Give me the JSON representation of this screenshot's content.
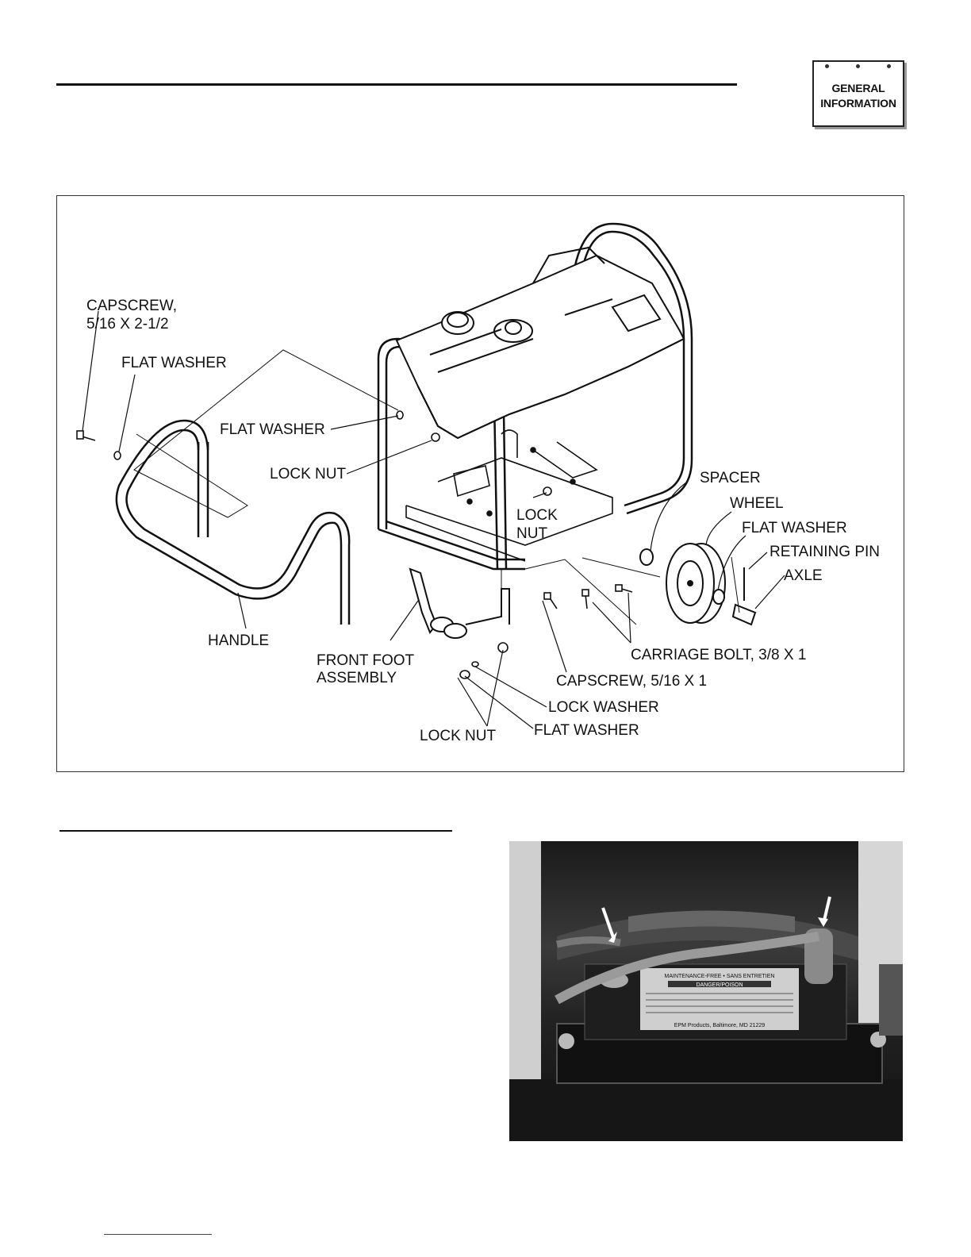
{
  "badge": {
    "line1": "GENERAL",
    "line2": "INFORMATION"
  },
  "figure": {
    "labels": {
      "capscrew_top_1": "CAPSCREW,",
      "capscrew_top_2": "5/16 X 2-1/2",
      "flat_washer_1": "FLAT WASHER",
      "flat_washer_2": "FLAT WASHER",
      "lock_nut_1": "LOCK NUT",
      "lock_nut_2a": "LOCK",
      "lock_nut_2b": "NUT",
      "spacer": "SPACER",
      "wheel": "WHEEL",
      "flat_washer_3": "FLAT WASHER",
      "retaining_pin": "RETAINING PIN",
      "axle": "AXLE",
      "handle": "HANDLE",
      "front_foot_1": "FRONT FOOT",
      "front_foot_2": "ASSEMBLY",
      "carriage_bolt": "CARRIAGE BOLT, 3/8 X 1",
      "capscrew_bottom": "CAPSCREW, 5/16 X 1",
      "lock_washer": "LOCK WASHER",
      "flat_washer_4": "FLAT WASHER",
      "lock_nut_3": "LOCK NUT"
    }
  },
  "photo": {
    "label_header": "MAINTENANCE-FREE • SANS ENTRETIEN",
    "label_danger": "DANGER/POISON",
    "label_footer": "EPM Products, Baltimore, MD 21229"
  }
}
